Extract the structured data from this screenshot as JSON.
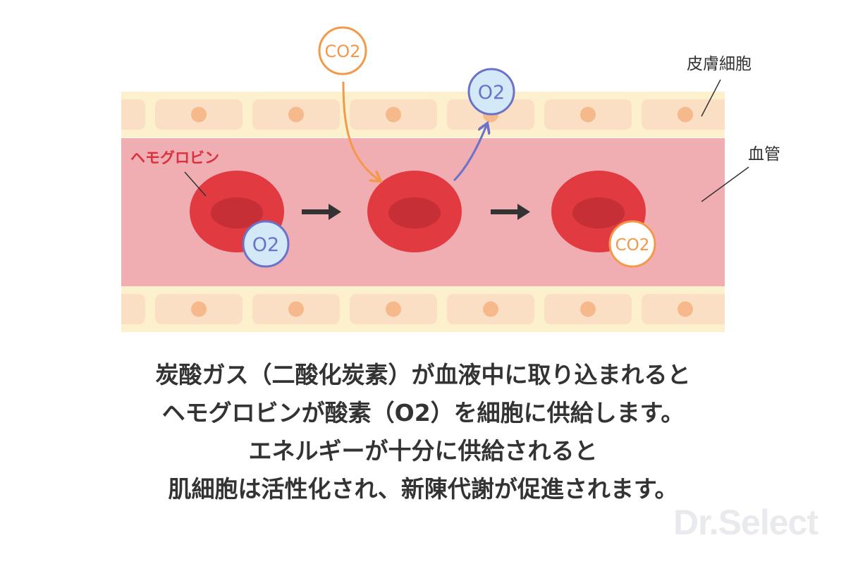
{
  "labels": {
    "skin_cell": "皮膚細胞",
    "blood_vessel": "血管",
    "hemoglobin": "ヘモグロビン"
  },
  "molecules": {
    "co2_top": "CO2",
    "o2_top": "O2",
    "o2_cell": "O2",
    "co2_cell": "CO2"
  },
  "caption": [
    "炭酸ガス（二酸化炭素）が血液中に取り込まれると",
    "ヘモグロビンが酸素（O2）を細胞に供給します。",
    "エネルギーが十分に供給されると",
    "肌細胞は活性化され、新陳代謝が促進されます。"
  ],
  "watermark": "Dr.Select",
  "colors": {
    "skin_layer": "#fdf1cd",
    "cell": "#fbdfc4",
    "nucleus": "#f6b98b",
    "vessel": "#f1aeb2",
    "red_cell": "#e13a41",
    "red_cell_center": "#c52f35",
    "co2": "#f4984a",
    "o2": "#6a72c9",
    "o2_fill": "#d3e9f7",
    "hemoglobin_label": "#d8323f",
    "text": "#333333"
  }
}
